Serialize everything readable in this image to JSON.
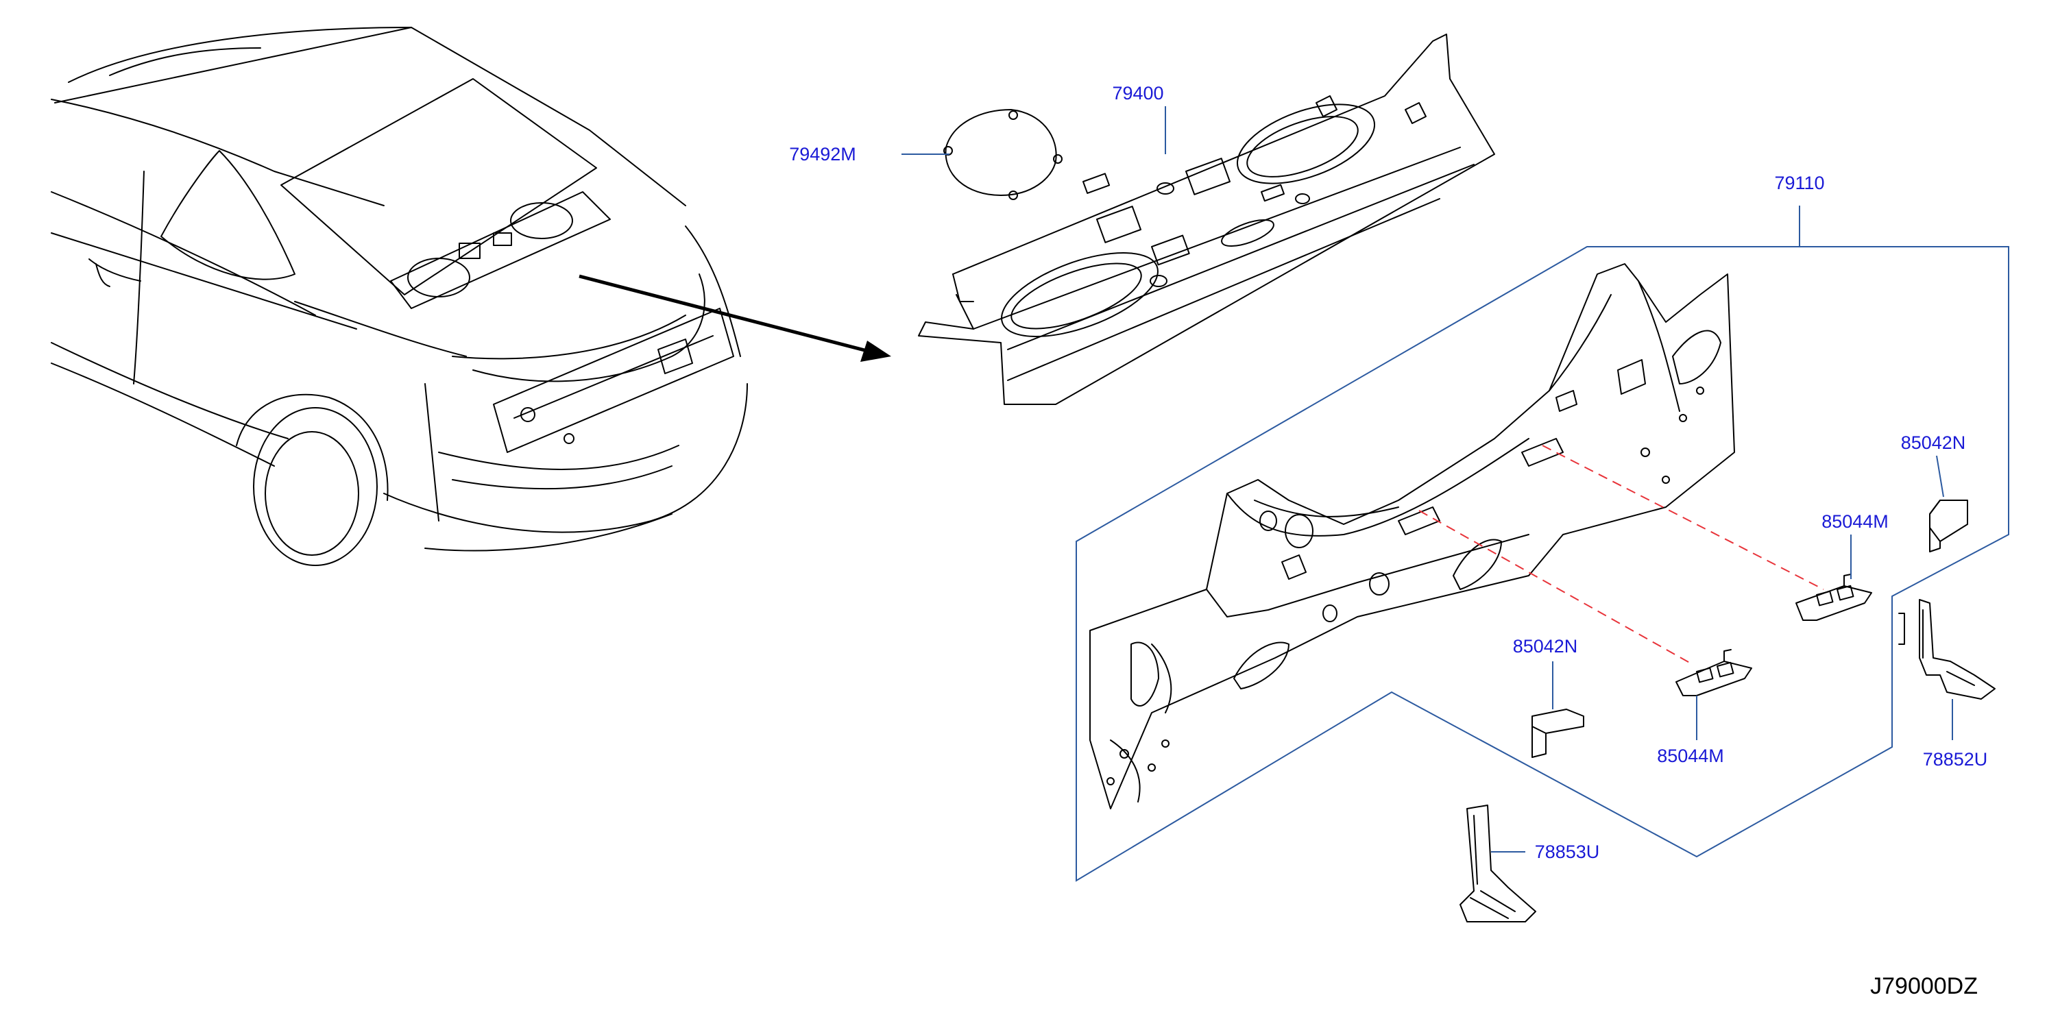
{
  "parts": [
    {
      "id": "p79400",
      "label": "79400"
    },
    {
      "id": "p79492M",
      "label": "79492M"
    },
    {
      "id": "p79110",
      "label": "79110"
    },
    {
      "id": "p85042N_upper",
      "label": "85042N"
    },
    {
      "id": "p85044M_upper",
      "label": "85044M"
    },
    {
      "id": "p85042N_lower",
      "label": "85042N"
    },
    {
      "id": "p85044M_lower",
      "label": "85044M"
    },
    {
      "id": "p78852U",
      "label": "78852U"
    },
    {
      "id": "p78853U",
      "label": "78853U"
    }
  ],
  "diagram_code": "J79000DZ",
  "colors": {
    "label": "#1a1ad6",
    "leader": "#2c5aa0",
    "dashed_link": "#e8343a",
    "line_art": "#000000"
  }
}
